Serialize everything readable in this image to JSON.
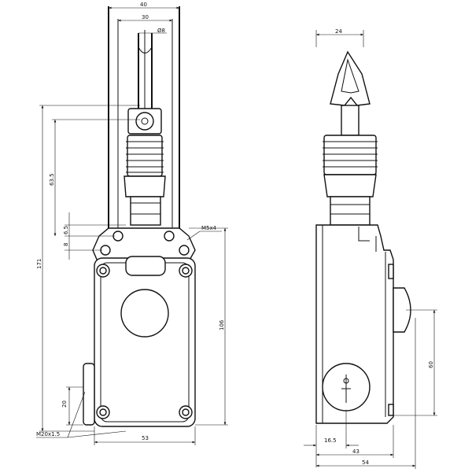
{
  "front_view": {
    "dims": {
      "width_total": "40",
      "width_pulley": "30",
      "dia_eye": "Ø8",
      "height_total": "171",
      "height_eye": "63.5",
      "offset_a": "6.5",
      "offset_b": "8",
      "thread_top": "M5x4",
      "height_body": "106",
      "height_gland": "20",
      "width_body": "53",
      "thread_bottom": "M20x1.5"
    }
  },
  "side_view": {
    "dims": {
      "width_top": "24",
      "height_button": "60",
      "depth_a": "16.5",
      "depth_b": "43",
      "depth_c": "54"
    }
  }
}
